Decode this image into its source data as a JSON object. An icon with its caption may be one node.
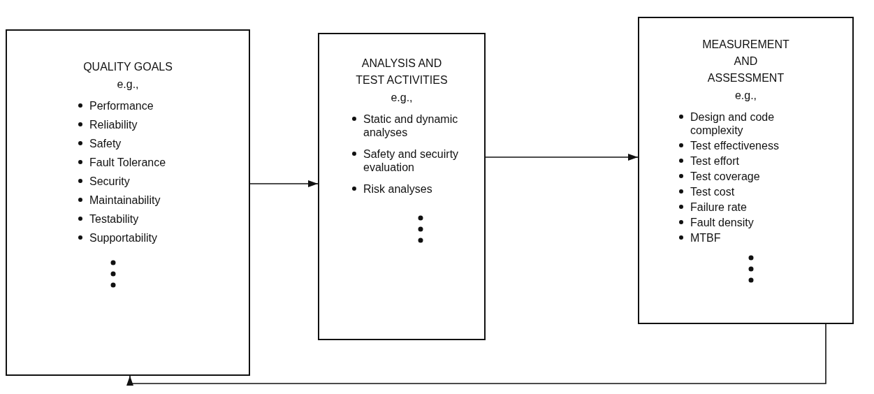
{
  "diagram": {
    "nodes": [
      {
        "text": [
          "QUALITY GOALS",
          "e.g.,",
          "Performance",
          "Reliability",
          "Safety",
          "Fault Tolerance",
          "Security",
          "Maintainability",
          "Testability",
          "Supportability"
        ]
      },
      {
        "text": [
          "ANALYSIS AND TEST ACTIVITIES",
          "e.g.,",
          "Static and dynamic analyses",
          "Safety and secuirty evaluation",
          "Risk analyses"
        ]
      },
      {
        "text": [
          "MEASUREMENT AND ASSESSMENT",
          "e.g.,",
          "Design and code complexity",
          "Test effectiveness",
          "Test effort",
          "Test coverage",
          "Test cost",
          "Failure rate",
          "Fault density",
          "MTBF"
        ]
      }
    ],
    "edges": [
      {
        "from": 0,
        "to": 1,
        "arrow": "to"
      },
      {
        "from": 1,
        "to": 2,
        "arrow": "to"
      },
      {
        "from": 2,
        "to": 0,
        "arrow": "to"
      }
    ]
  }
}
